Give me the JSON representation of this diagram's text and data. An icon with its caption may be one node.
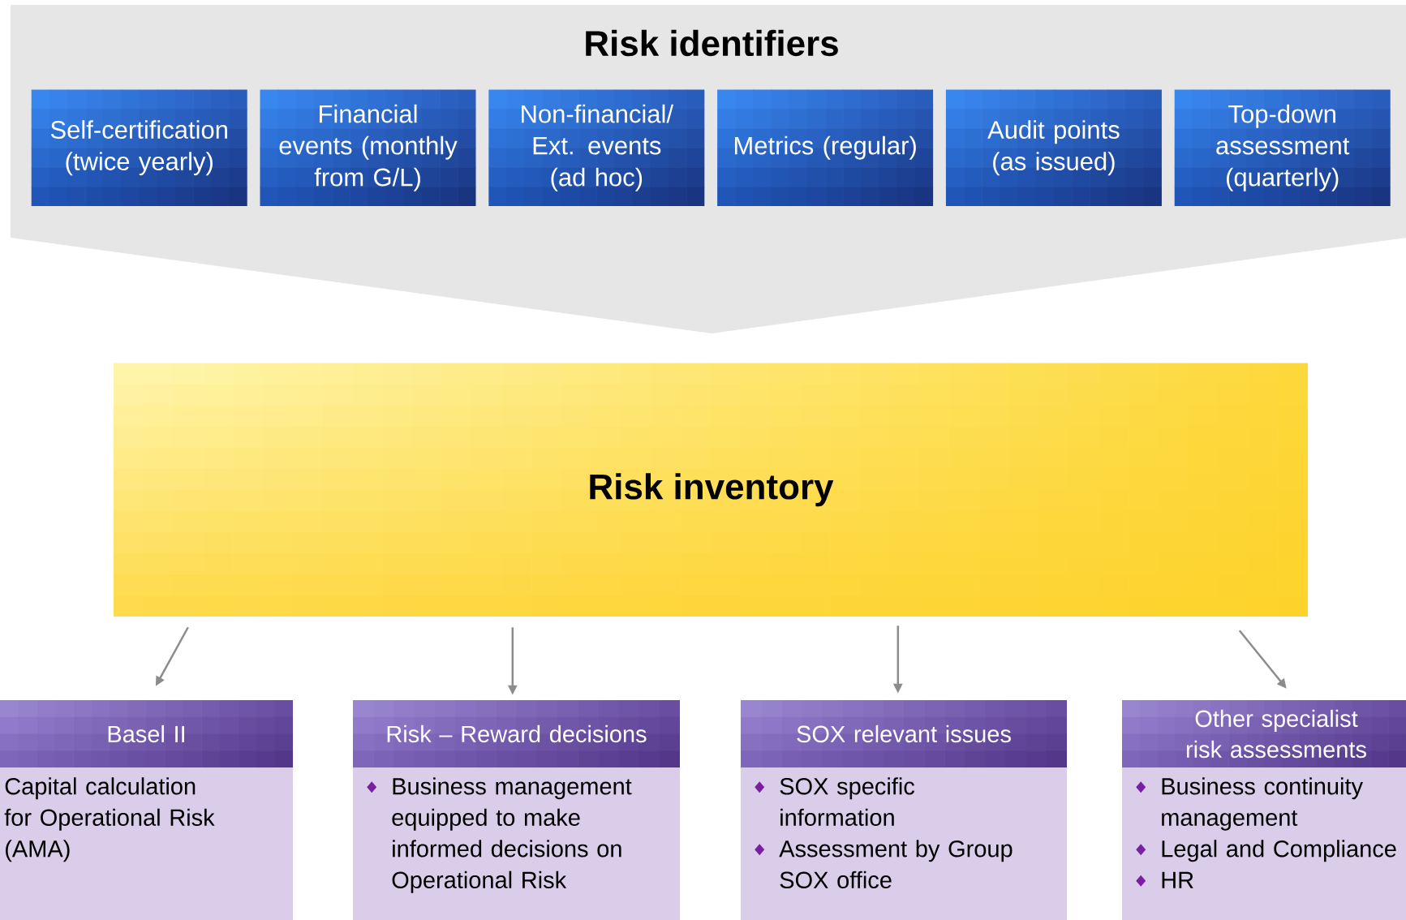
{
  "diagram": {
    "nodes": [
      {
        "text": [
          "Risk identifiers"
        ]
      },
      {
        "text": [
          "Self-certification (twice yearly)"
        ],
        "in": 0
      },
      {
        "text": [
          "Financial events (monthly from G/L)"
        ],
        "in": 0
      },
      {
        "text": [
          "Non-financial/ Ext. events (ad hoc)"
        ],
        "in": 0
      },
      {
        "text": [
          "Metrics (regular)"
        ],
        "in": 0
      },
      {
        "text": [
          "Audit points (as issued)"
        ],
        "in": 0
      },
      {
        "text": [
          "Top-down assessment (quarterly)"
        ],
        "in": 0
      },
      {
        "text": [
          "Risk inventory"
        ]
      },
      {
        "text": [
          "Basel II",
          "Capital calculation for Operational Risk (AMA)"
        ]
      },
      {
        "text": [
          "Risk – Reward decisions",
          "Business management equipped to make informed decisions on Operational Risk"
        ]
      },
      {
        "text": [
          "SOX relevant issues",
          "SOX specific information",
          "Assessment by Group SOX office"
        ]
      },
      {
        "text": [
          "Other specialist risk assessments",
          "Business continuity management",
          "Legal and Compliance",
          "HR"
        ]
      }
    ],
    "edges": [
      {
        "from": 7,
        "to": 8,
        "arrow": "to"
      },
      {
        "from": 7,
        "to": 9,
        "arrow": "to"
      },
      {
        "from": 7,
        "to": 10,
        "arrow": "to"
      },
      {
        "from": 7,
        "to": 11,
        "arrow": "to"
      }
    ]
  }
}
